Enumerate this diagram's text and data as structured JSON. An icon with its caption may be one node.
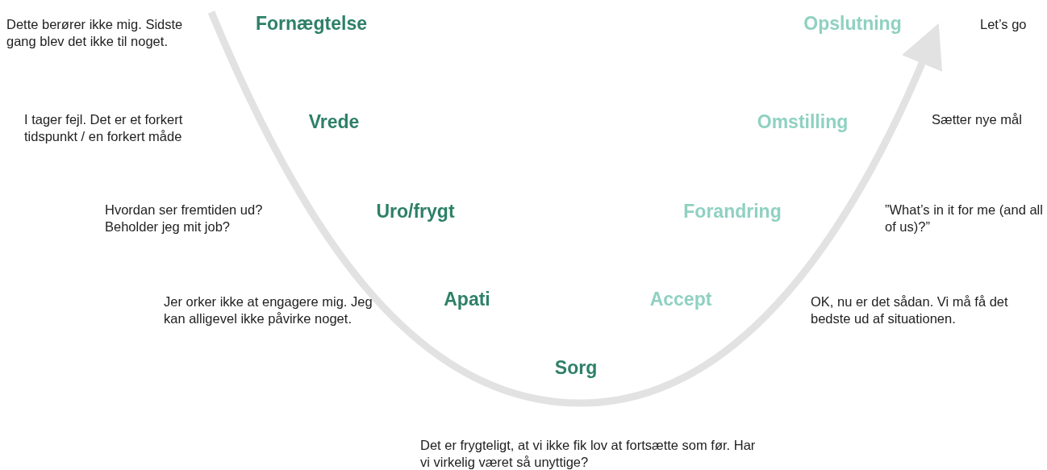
{
  "diagram": {
    "labels": [
      "Dette berører ikke mig. Sidste gang blev det ikke til noget.",
      "Fornægtelse",
      "Opslutning",
      "Let’s go",
      "I tager fejl. Det er et forkert tidspunkt / en forkert måde",
      "Vrede",
      "Omstilling",
      "Sætter nye mål",
      "Hvordan ser fremtiden ud? Beholder jeg mit job?",
      "Uro/frygt",
      "Forandring",
      "”What’s in it for me (and all of us)?”",
      "Jer orker ikke at engagere mig. Jeg kan alligevel ikke påvirke noget.",
      "Apati",
      "Accept",
      "OK, nu er det sådan. Vi må få det bedste ud af situationen.",
      "Sorg",
      "Det er frygteligt, at vi ikke fik lov at fortsætte som før. Har vi virkelig været så unyttige?"
    ]
  }
}
